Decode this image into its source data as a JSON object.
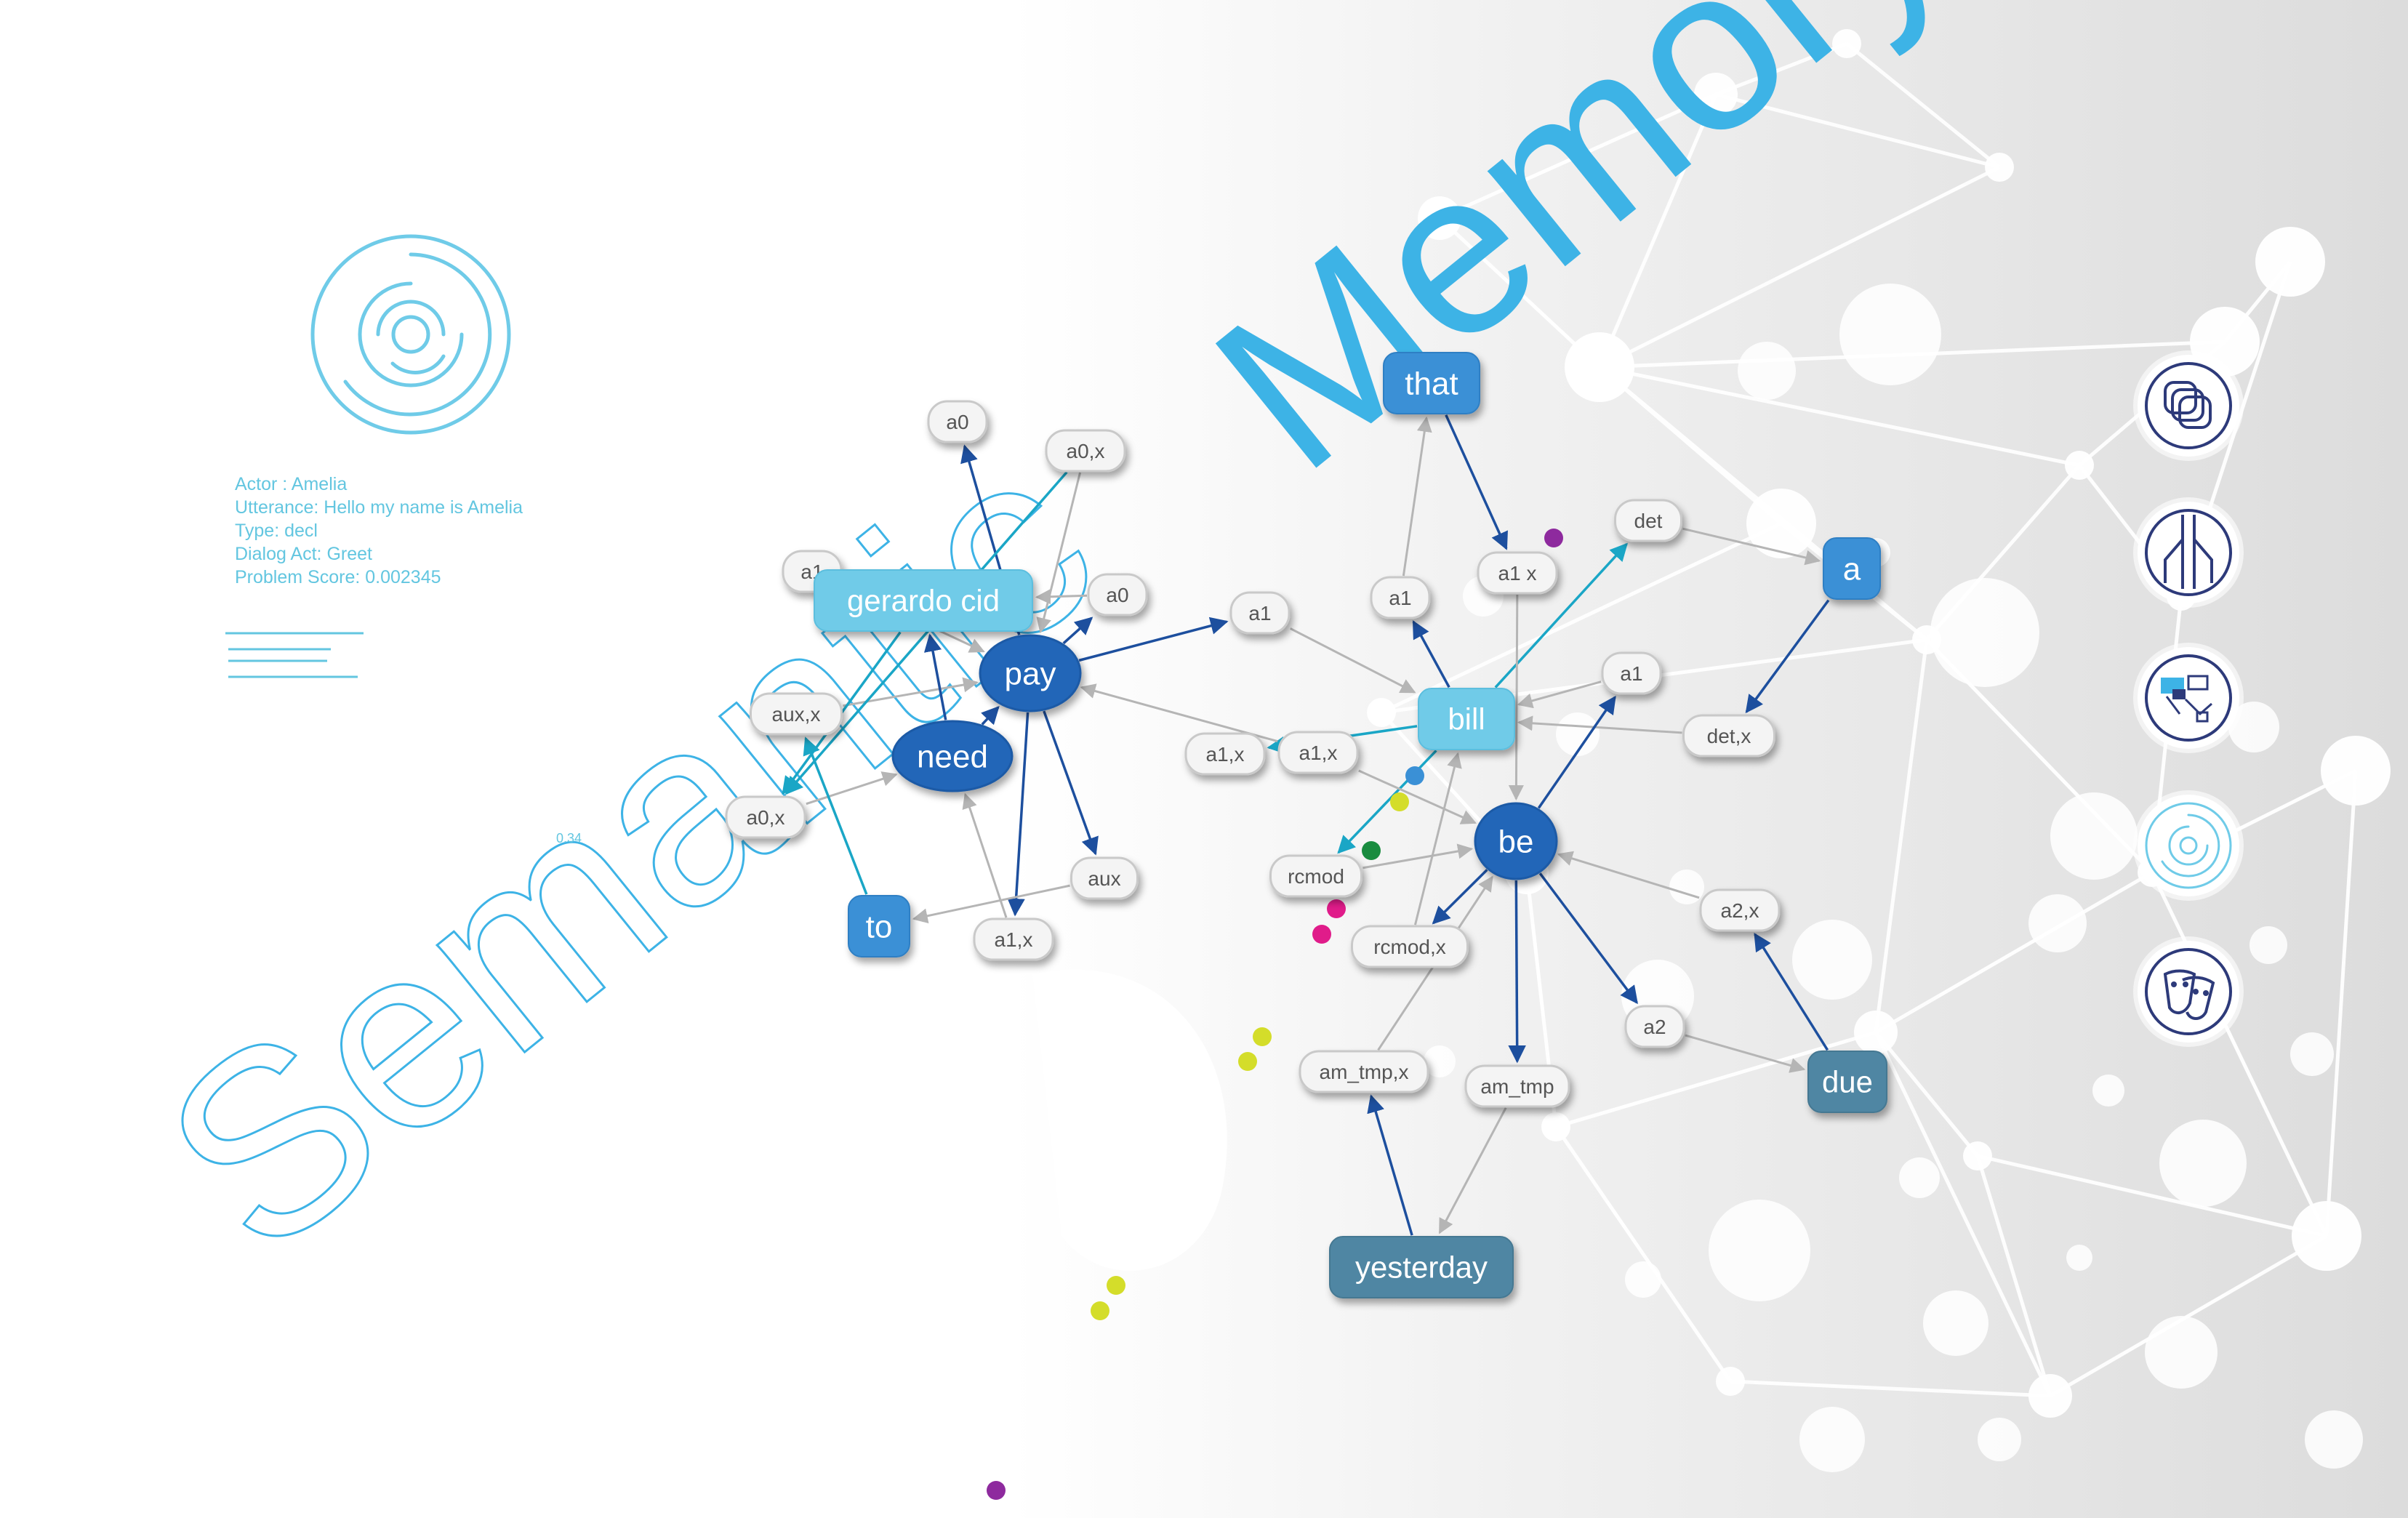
{
  "title": {
    "word1": "Semantic",
    "word2": "Memory"
  },
  "info": {
    "actor": "Actor : Amelia",
    "utterance": "Utterance: Hello my name is Amelia",
    "type": "Type: decl",
    "dialog_act": "Dialog Act: Greet",
    "problem_score": "Problem Score: 0.002345"
  },
  "small_label": "0.34",
  "colors": {
    "accent": "#3db3e6",
    "node_dark": "#2166b8",
    "node_mid": "#3a90d6",
    "node_light": "#6fcbe8",
    "node_teal": "#4f86a3",
    "edge_dark": "#1d4f9e",
    "edge_light": "#bdbdbd",
    "edge_cyan": "#1aa6c6"
  },
  "toolbar": [
    {
      "name": "layers-icon"
    },
    {
      "name": "network-tree-icon"
    },
    {
      "name": "flow-diagram-icon"
    },
    {
      "name": "target-icon"
    },
    {
      "name": "masks-icon"
    }
  ],
  "graph": {
    "nodes": [
      {
        "id": "a0",
        "label": "a0",
        "style": "role"
      },
      {
        "id": "a0x",
        "label": "a0,x",
        "style": "role"
      },
      {
        "id": "a1L",
        "label": "a1",
        "style": "role"
      },
      {
        "id": "gerardo",
        "label": "gerardo cid",
        "style": "light"
      },
      {
        "id": "a0b",
        "label": "a0",
        "style": "role"
      },
      {
        "id": "pay",
        "label": "pay",
        "style": "dark"
      },
      {
        "id": "a1m",
        "label": "a1",
        "style": "role"
      },
      {
        "id": "auxx",
        "label": "aux,x",
        "style": "role"
      },
      {
        "id": "need",
        "label": "need",
        "style": "dark"
      },
      {
        "id": "a0x2",
        "label": "a0,x",
        "style": "role"
      },
      {
        "id": "to",
        "label": "to",
        "style": "mid"
      },
      {
        "id": "aux",
        "label": "aux",
        "style": "role"
      },
      {
        "id": "a1x",
        "label": "a1,x",
        "style": "role"
      },
      {
        "id": "that",
        "label": "that",
        "style": "mid"
      },
      {
        "id": "a1r",
        "label": "a1",
        "style": "role"
      },
      {
        "id": "a1xr",
        "label": "a1 x",
        "style": "role"
      },
      {
        "id": "det",
        "label": "det",
        "style": "role"
      },
      {
        "id": "a",
        "label": "a",
        "style": "mid"
      },
      {
        "id": "a1r2",
        "label": "a1",
        "style": "role"
      },
      {
        "id": "bill",
        "label": "bill",
        "style": "light"
      },
      {
        "id": "detx",
        "label": "det,x",
        "style": "role"
      },
      {
        "id": "a1xc",
        "label": "a1,x",
        "style": "role"
      },
      {
        "id": "a1xc2",
        "label": "a1,x",
        "style": "role"
      },
      {
        "id": "be",
        "label": "be",
        "style": "dark"
      },
      {
        "id": "rcmod",
        "label": "rcmod",
        "style": "role"
      },
      {
        "id": "rcmodx",
        "label": "rcmod,x",
        "style": "role"
      },
      {
        "id": "a2x",
        "label": "a2,x",
        "style": "role"
      },
      {
        "id": "a2",
        "label": "a2",
        "style": "role"
      },
      {
        "id": "due",
        "label": "due",
        "style": "teal"
      },
      {
        "id": "amtmpx",
        "label": "am_tmp,x",
        "style": "role"
      },
      {
        "id": "amtmp",
        "label": "am_tmp",
        "style": "role"
      },
      {
        "id": "yesterday",
        "label": "yesterday",
        "style": "teal"
      }
    ],
    "edges": [
      {
        "from": "pay",
        "to": "a0",
        "style": "dark"
      },
      {
        "from": "need",
        "to": "pay",
        "style": "dark"
      },
      {
        "from": "a0x",
        "to": "pay",
        "style": "light"
      },
      {
        "from": "a1L",
        "to": "pay",
        "style": "light"
      },
      {
        "from": "a0b",
        "to": "gerardo",
        "style": "light"
      },
      {
        "from": "pay",
        "to": "a0b",
        "style": "dark"
      },
      {
        "from": "pay",
        "to": "a1m",
        "style": "dark"
      },
      {
        "from": "pay",
        "to": "aux",
        "style": "dark"
      },
      {
        "from": "pay",
        "to": "a1x",
        "style": "dark"
      },
      {
        "from": "auxx",
        "to": "pay",
        "style": "light"
      },
      {
        "from": "a0x2",
        "to": "need",
        "style": "light"
      },
      {
        "from": "need",
        "to": "gerardo",
        "style": "dark"
      },
      {
        "from": "to",
        "to": "auxx",
        "style": "cyan"
      },
      {
        "from": "aux",
        "to": "to",
        "style": "light"
      },
      {
        "from": "a1x",
        "to": "need",
        "style": "light"
      },
      {
        "from": "gerardo",
        "to": "a0x2",
        "style": "cyan"
      },
      {
        "from": "a0x",
        "to": "a0x2",
        "style": "cyan"
      },
      {
        "from": "that",
        "to": "a1xr",
        "style": "dark"
      },
      {
        "from": "a1r",
        "to": "that",
        "style": "light"
      },
      {
        "from": "bill",
        "to": "a1r",
        "style": "dark"
      },
      {
        "from": "det",
        "to": "a",
        "style": "light"
      },
      {
        "from": "a",
        "to": "detx",
        "style": "dark"
      },
      {
        "from": "detx",
        "to": "bill",
        "style": "light"
      },
      {
        "from": "bill",
        "to": "det",
        "style": "cyan"
      },
      {
        "from": "a1r2",
        "to": "bill",
        "style": "light"
      },
      {
        "from": "be",
        "to": "a1r2",
        "style": "dark"
      },
      {
        "from": "a1m",
        "to": "bill",
        "style": "light"
      },
      {
        "from": "bill",
        "to": "a1xc",
        "style": "cyan"
      },
      {
        "from": "a1xc2",
        "to": "pay",
        "style": "light"
      },
      {
        "from": "bill",
        "to": "rcmod",
        "style": "cyan"
      },
      {
        "from": "a1xr",
        "to": "be",
        "style": "light"
      },
      {
        "from": "a1xc2",
        "to": "be",
        "style": "light"
      },
      {
        "from": "rcmod",
        "to": "be",
        "style": "light"
      },
      {
        "from": "be",
        "to": "rcmodx",
        "style": "dark"
      },
      {
        "from": "rcmodx",
        "to": "bill",
        "style": "light"
      },
      {
        "from": "a2x",
        "to": "be",
        "style": "light"
      },
      {
        "from": "be",
        "to": "a2",
        "style": "dark"
      },
      {
        "from": "a2",
        "to": "due",
        "style": "light"
      },
      {
        "from": "due",
        "to": "a2x",
        "style": "dark"
      },
      {
        "from": "be",
        "to": "amtmp",
        "style": "dark"
      },
      {
        "from": "amtmpx",
        "to": "be",
        "style": "light"
      },
      {
        "from": "yesterday",
        "to": "amtmpx",
        "style": "dark"
      },
      {
        "from": "amtmp",
        "to": "yesterday",
        "style": "light"
      }
    ]
  }
}
